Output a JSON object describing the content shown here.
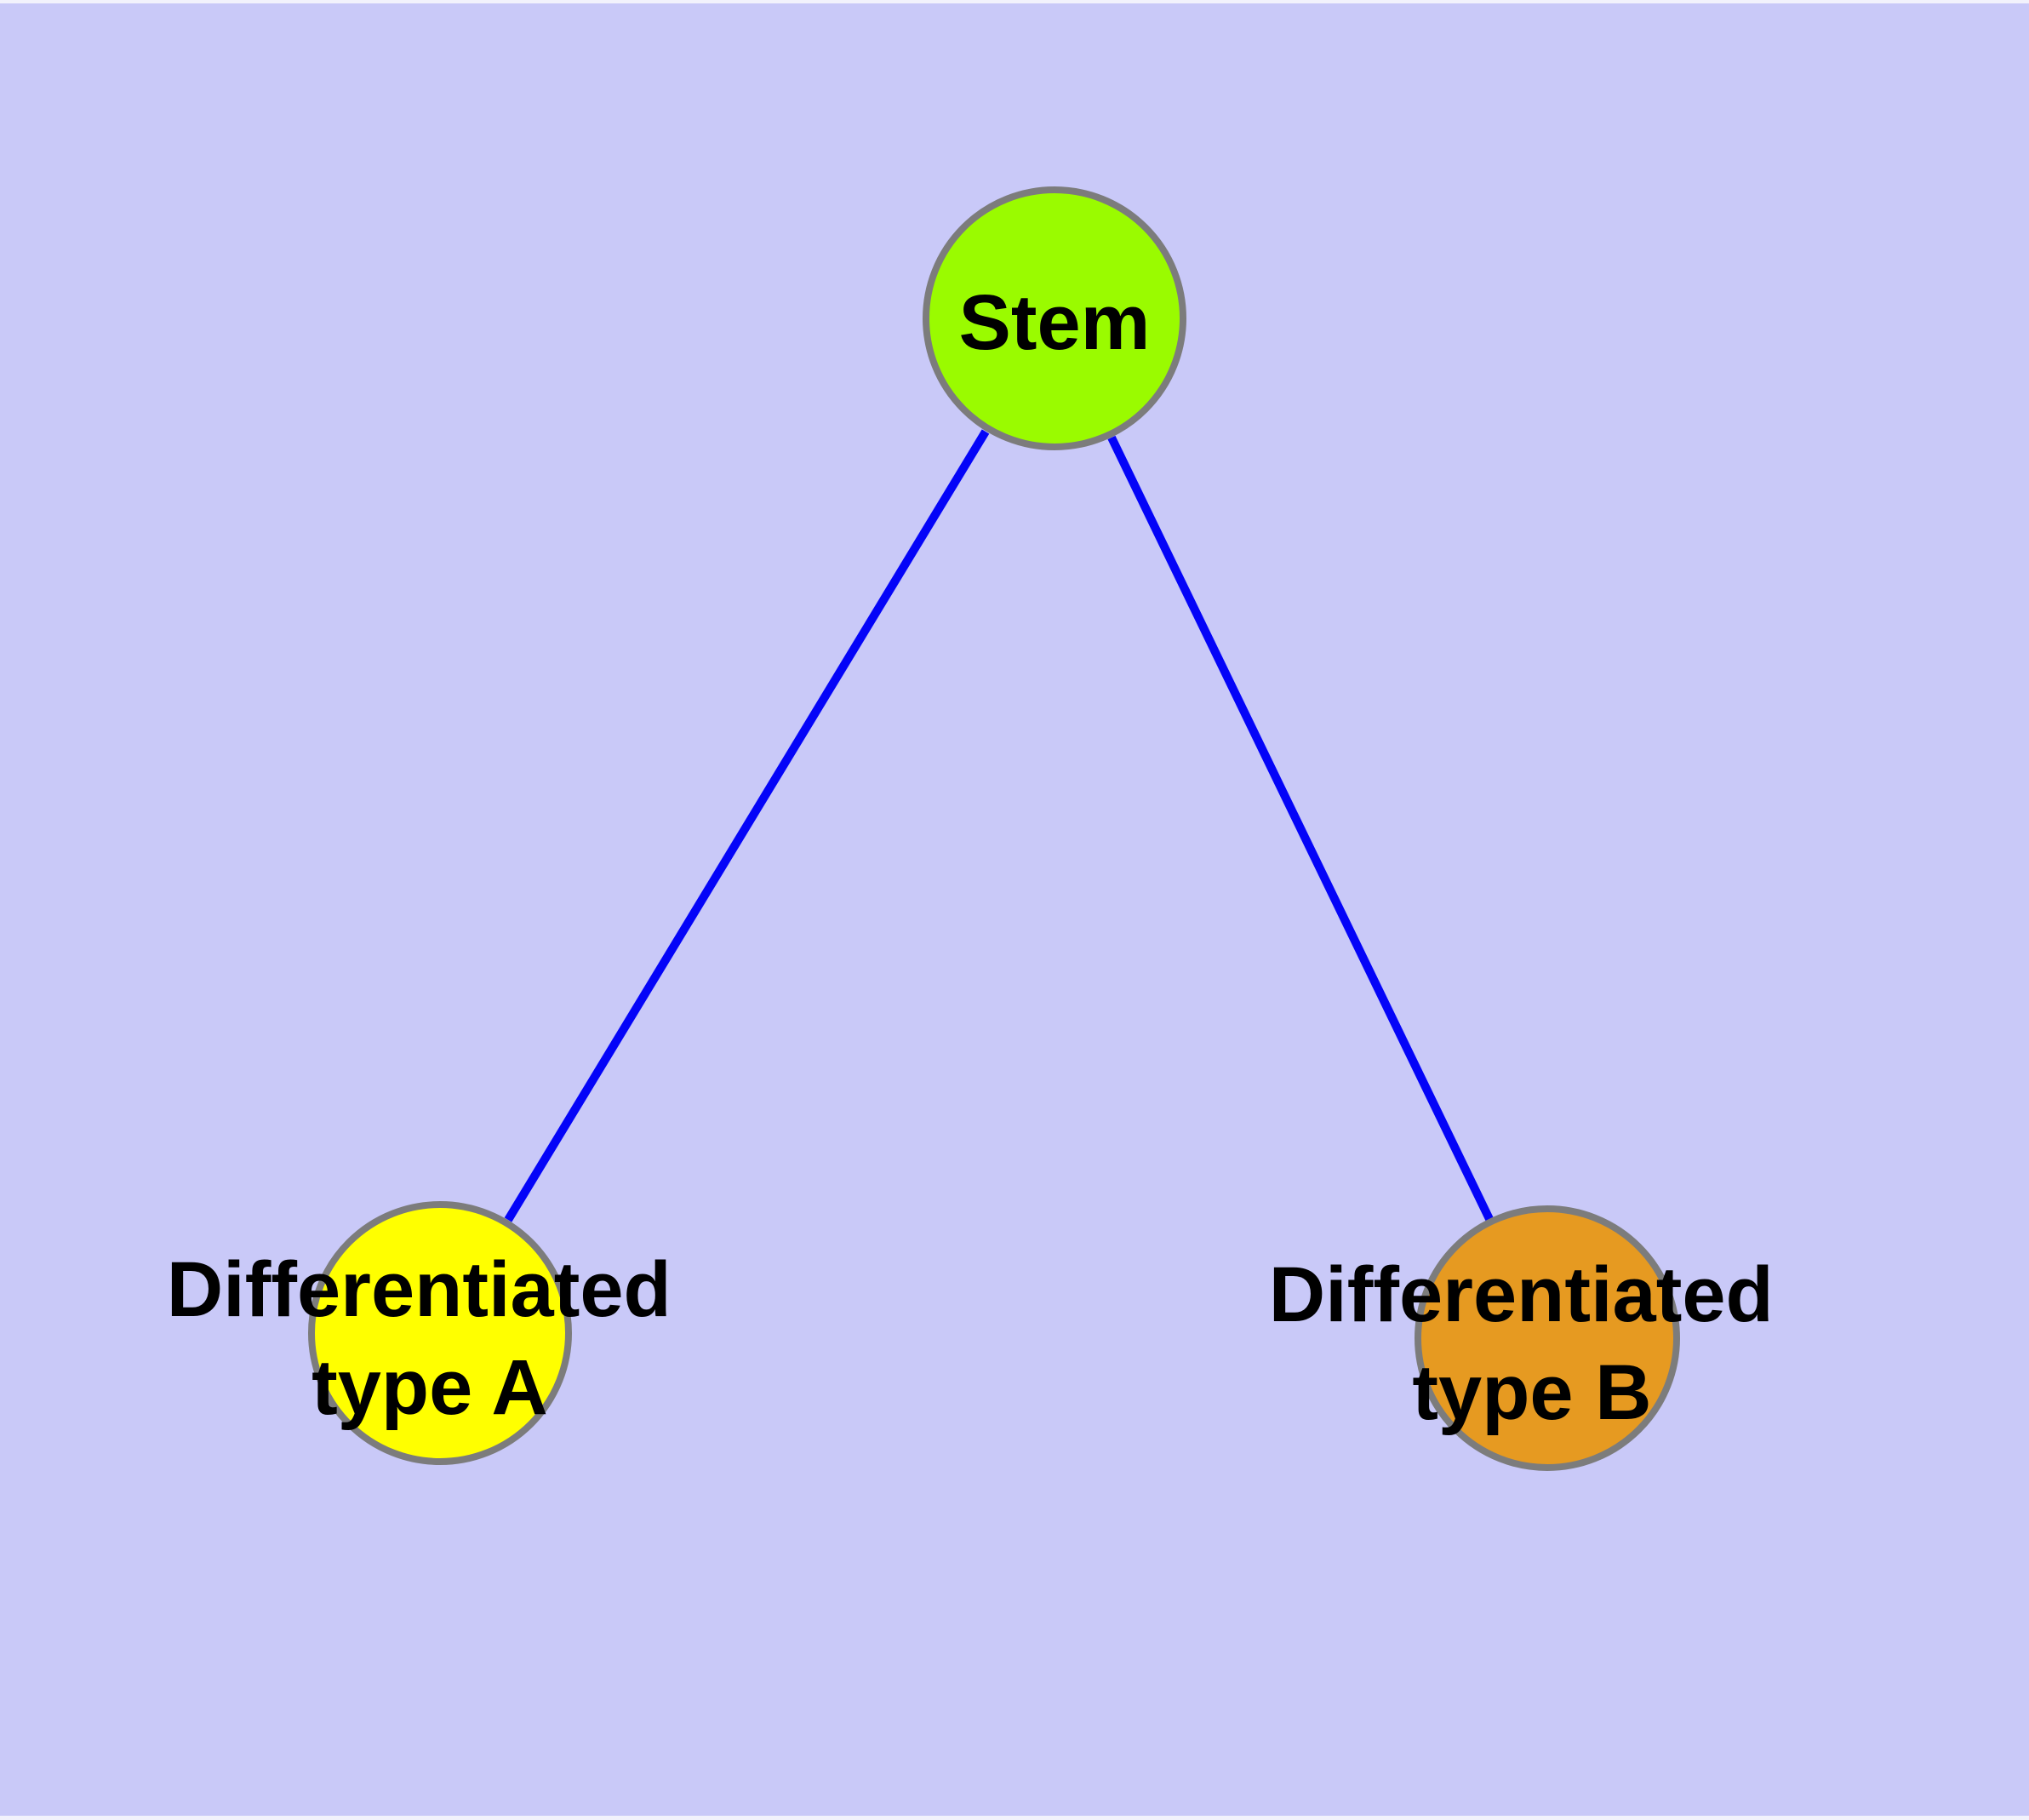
{
  "diagram": {
    "type": "graph",
    "background_color": "#C9C9F8",
    "frame_edge_color": "#F2F2FC",
    "edge_color": "#0404F8",
    "node_border_color": "#7C7C7C",
    "label_color": "#000000",
    "nodes": [
      {
        "id": "stem",
        "label": "Stem",
        "fill_color": "#9AFB00"
      },
      {
        "id": "differentiated-type-a",
        "label_line1": "Differentiated",
        "label_line2": "type A",
        "fill_color": "#FFFF00"
      },
      {
        "id": "differentiated-type-b",
        "label_line1": "Differentiated",
        "label_line2": "type B",
        "fill_color": "#E69A21"
      }
    ],
    "edges": [
      {
        "from": "Stem",
        "to": "Differentiated type A"
      },
      {
        "from": "Stem",
        "to": "Differentiated type B"
      }
    ]
  }
}
